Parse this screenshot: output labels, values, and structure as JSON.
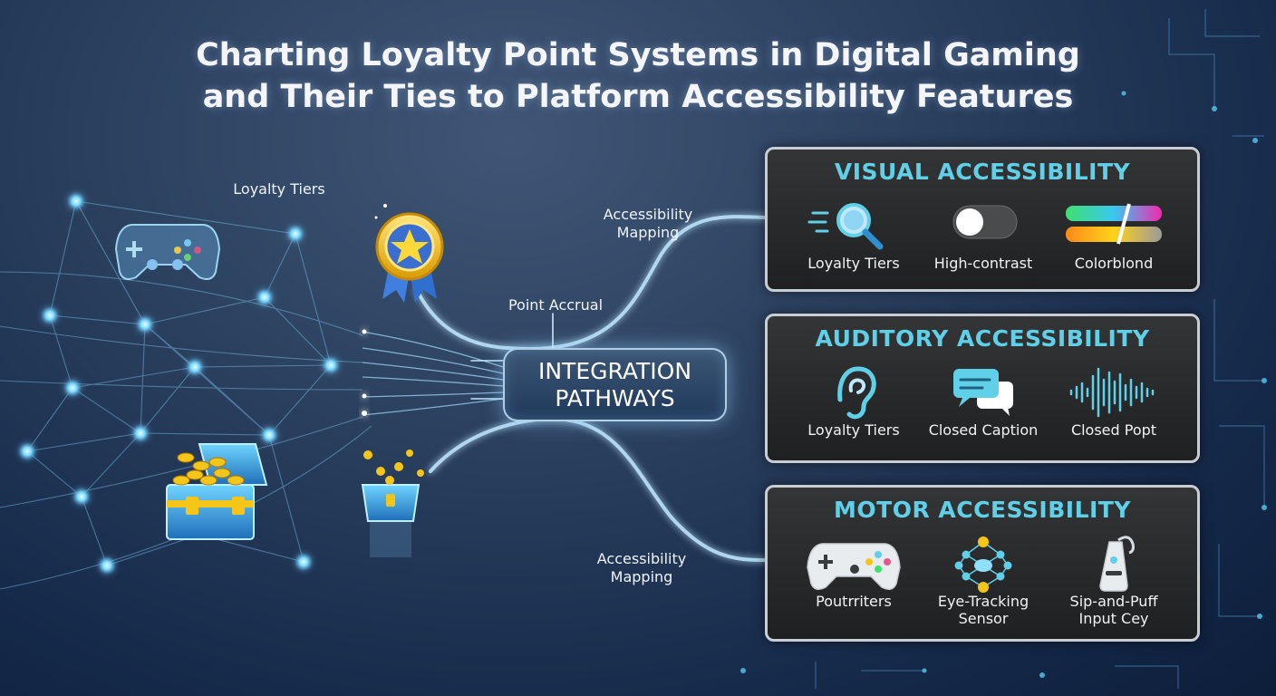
{
  "title": {
    "line1": "Charting Loyalty Point Systems in Digital Gaming",
    "line2": "and Their Ties to Platform Accessibility Features"
  },
  "labels": {
    "loyalty_tiers": "Loyalty Tiers",
    "accessibility_mapping_top_1": "Accessibility",
    "accessibility_mapping_top_2": "Mapping",
    "point_accrual": "Point Accrual",
    "accessibility_mapping_bottom_1": "Accessibility",
    "accessibility_mapping_bottom_2": "Mapping"
  },
  "hub": {
    "line1": "INTEGRATION",
    "line2": "PATHWAYS"
  },
  "panels": {
    "visual": {
      "title": "VISUAL ACCESSIBILITY",
      "items": [
        {
          "label": "Loyalty Tiers",
          "icon": "magnifier-icon"
        },
        {
          "label": "High-contrast",
          "icon": "toggle-icon"
        },
        {
          "label": "Colorblond",
          "icon": "color-bars-icon"
        }
      ]
    },
    "auditory": {
      "title": "AUDITORY ACCESSIBILITY",
      "items": [
        {
          "label": "Loyalty Tiers",
          "icon": "ear-icon"
        },
        {
          "label": "Closed Caption",
          "icon": "speech-bubbles-icon"
        },
        {
          "label": "Closed Popt",
          "icon": "sound-wave-icon"
        }
      ]
    },
    "motor": {
      "title": "MOTOR ACCESSIBILITY",
      "items": [
        {
          "label_1": "Poutrriters",
          "label_2": "",
          "icon": "gamepad-icon"
        },
        {
          "label_1": "Eye-Tracking",
          "label_2": "Sensor",
          "icon": "eye-tracking-icon"
        },
        {
          "label_1": "Sip-and-Puff",
          "label_2": "Input Cey",
          "icon": "sip-puff-icon"
        }
      ]
    }
  },
  "colors": {
    "accent_cyan": "#5fd0e8",
    "node_glow": "#7fdcff",
    "gold": "#f5c518",
    "panel_bg": "#2b2c2d",
    "panel_border": "#c8cdd3"
  }
}
